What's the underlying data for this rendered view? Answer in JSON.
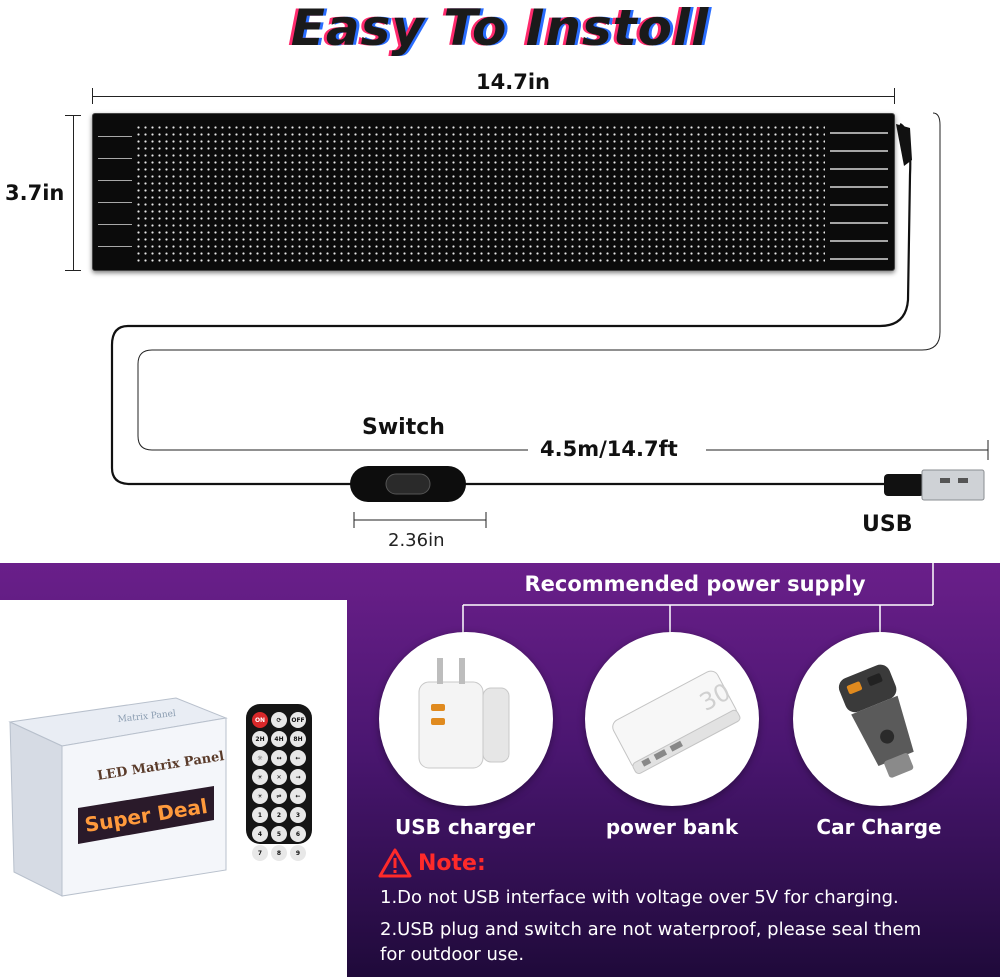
{
  "title": "Easy To Instoll",
  "dimensions": {
    "width": "14.7in",
    "height": "3.7in",
    "cable": "4.5m/14.7ft",
    "switch_length": "2.36in"
  },
  "labels": {
    "switch": "Switch",
    "usb": "USB"
  },
  "power_supply": {
    "title": "Recommended power supply",
    "items": [
      {
        "label": "USB charger",
        "icon": "usb-charger-icon"
      },
      {
        "label": "power bank",
        "icon": "power-bank-icon"
      },
      {
        "label": "Car Charge",
        "icon": "car-charger-icon"
      }
    ]
  },
  "product": {
    "box_label": "LED Matrix Panel",
    "box_side_label": "Matrix Panel",
    "box_scroll_text": "Super Deal",
    "remote_buttons": [
      "ON",
      "⟳",
      "OFF",
      "2H",
      "4H",
      "8H",
      "☼",
      "↔",
      "←",
      "☀",
      "✕",
      "→",
      "☀",
      "⇌",
      "←",
      "1",
      "2",
      "3",
      "4",
      "5",
      "6",
      "7",
      "8",
      "9"
    ]
  },
  "note": {
    "title": "Note:",
    "lines": [
      "1.Do not USB interface with voltage over 5V for charging.",
      "2.USB plug and switch are not waterproof, please seal them",
      "for outdoor use."
    ]
  },
  "colors": {
    "purple_top": "#6a1f8a",
    "purple_bottom": "#1f0a3a",
    "note_red": "#ff2a2a"
  }
}
